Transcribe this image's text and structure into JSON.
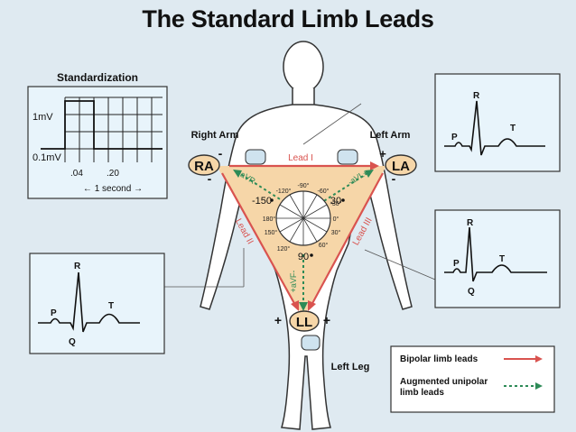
{
  "title": "The Standard Limb Leads",
  "standardization": {
    "title": "Standardization",
    "mv_label": "1mV",
    "baseline_label": "0.1mV",
    "tick_04": ".04",
    "tick_20": ".20",
    "span_label": "← 1 second →"
  },
  "limbs": {
    "right_arm": "Right Arm",
    "left_arm": "Left Arm",
    "left_leg": "Left Leg",
    "ra": "RA",
    "la": "LA",
    "ll": "LL"
  },
  "leads": {
    "lead_i": "Lead I",
    "lead_ii": "Lead II",
    "lead_iii": "Lead III",
    "avr": "+aVR-",
    "avl": "-aVL+",
    "avf": "+aVF-"
  },
  "polarity": {
    "minus": "-",
    "plus": "+"
  },
  "hexaxial": {
    "angles": [
      "-120°",
      "-90°",
      "-60°",
      "-150°",
      "-30°",
      "180°",
      "0°",
      "150°",
      "30°",
      "120°",
      "90°",
      "60°"
    ],
    "big_minus150": "-150",
    "big_30": "30",
    "big_90": "90"
  },
  "ecg_labels": {
    "p": "P",
    "q": "Q",
    "r": "R",
    "t": "T"
  },
  "legend": {
    "bipolar": "Bipolar limb leads",
    "augmented": "Augmented unipolar limb leads",
    "bipolar_color": "#d9534f",
    "augmented_color": "#2e8b57"
  },
  "colors": {
    "background": "#dfeaf1",
    "triangle_fill": "#f6d6a8",
    "body_fill": "#ffffff",
    "box_fill": "#e8f4fb",
    "lead_red": "#d9534f",
    "aug_green": "#2e8b57"
  }
}
